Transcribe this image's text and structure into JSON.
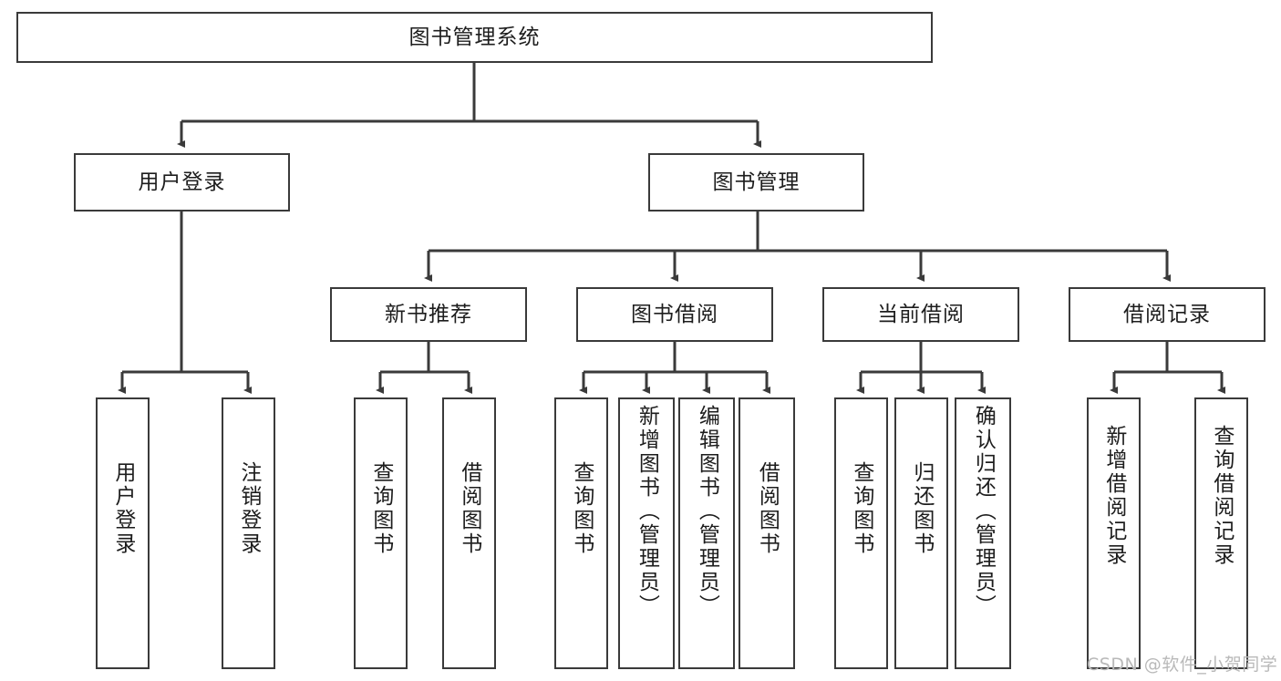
{
  "diagram": {
    "title": "图书管理系统",
    "type": "hierarchy-tree",
    "orientation": "top-down",
    "nodes": {
      "root": {
        "label": "图书管理系统",
        "level": 1
      },
      "user_login": {
        "label": "用户登录",
        "level": 2
      },
      "book_manage": {
        "label": "图书管理",
        "level": 2
      },
      "new_book_rec": {
        "label": "新书推荐",
        "level": 3
      },
      "book_borrow": {
        "label": "图书借阅",
        "level": 3
      },
      "current_borrow": {
        "label": "当前借阅",
        "level": 3
      },
      "borrow_record": {
        "label": "借阅记录",
        "level": 3
      },
      "leaf_user_login": {
        "label": "用户登录",
        "level": 4
      },
      "leaf_logout": {
        "label": "注销登录",
        "level": 4
      },
      "leaf_query_book_1": {
        "label": "查询图书",
        "level": 4
      },
      "leaf_borrow_book_1": {
        "label": "借阅图书",
        "level": 4
      },
      "leaf_query_book_2": {
        "label": "查询图书",
        "level": 4
      },
      "leaf_add_book": {
        "label": "新增图书（管理员）",
        "level": 4
      },
      "leaf_edit_book": {
        "label": "编辑图书（管理员）",
        "level": 4
      },
      "leaf_borrow_book_2": {
        "label": "借阅图书",
        "level": 4
      },
      "leaf_query_book_3": {
        "label": "查询图书",
        "level": 4
      },
      "leaf_return_book": {
        "label": "归还图书",
        "level": 4
      },
      "leaf_confirm_return": {
        "label": "确认归还（管理员）",
        "level": 4
      },
      "leaf_add_record": {
        "label": "新增借阅记录",
        "level": 4
      },
      "leaf_query_record": {
        "label": "查询借阅记录",
        "level": 4
      }
    },
    "edges": [
      {
        "from": "root",
        "to": "user_login"
      },
      {
        "from": "root",
        "to": "book_manage"
      },
      {
        "from": "book_manage",
        "to": "new_book_rec"
      },
      {
        "from": "book_manage",
        "to": "book_borrow"
      },
      {
        "from": "book_manage",
        "to": "current_borrow"
      },
      {
        "from": "book_manage",
        "to": "borrow_record"
      },
      {
        "from": "user_login",
        "to": "leaf_user_login"
      },
      {
        "from": "user_login",
        "to": "leaf_logout"
      },
      {
        "from": "new_book_rec",
        "to": "leaf_query_book_1"
      },
      {
        "from": "new_book_rec",
        "to": "leaf_borrow_book_1"
      },
      {
        "from": "book_borrow",
        "to": "leaf_query_book_2"
      },
      {
        "from": "book_borrow",
        "to": "leaf_add_book"
      },
      {
        "from": "book_borrow",
        "to": "leaf_edit_book"
      },
      {
        "from": "book_borrow",
        "to": "leaf_borrow_book_2"
      },
      {
        "from": "current_borrow",
        "to": "leaf_query_book_3"
      },
      {
        "from": "current_borrow",
        "to": "leaf_return_book"
      },
      {
        "from": "current_borrow",
        "to": "leaf_confirm_return"
      },
      {
        "from": "borrow_record",
        "to": "leaf_add_record"
      },
      {
        "from": "borrow_record",
        "to": "leaf_query_record"
      }
    ],
    "colors": {
      "stroke": "#3a3a3a",
      "fill": "#ffffff",
      "text": "#1d1d1d",
      "watermark": "#b9b9b9"
    }
  },
  "watermark": {
    "text": "CSDN @软件_小贺同学"
  }
}
